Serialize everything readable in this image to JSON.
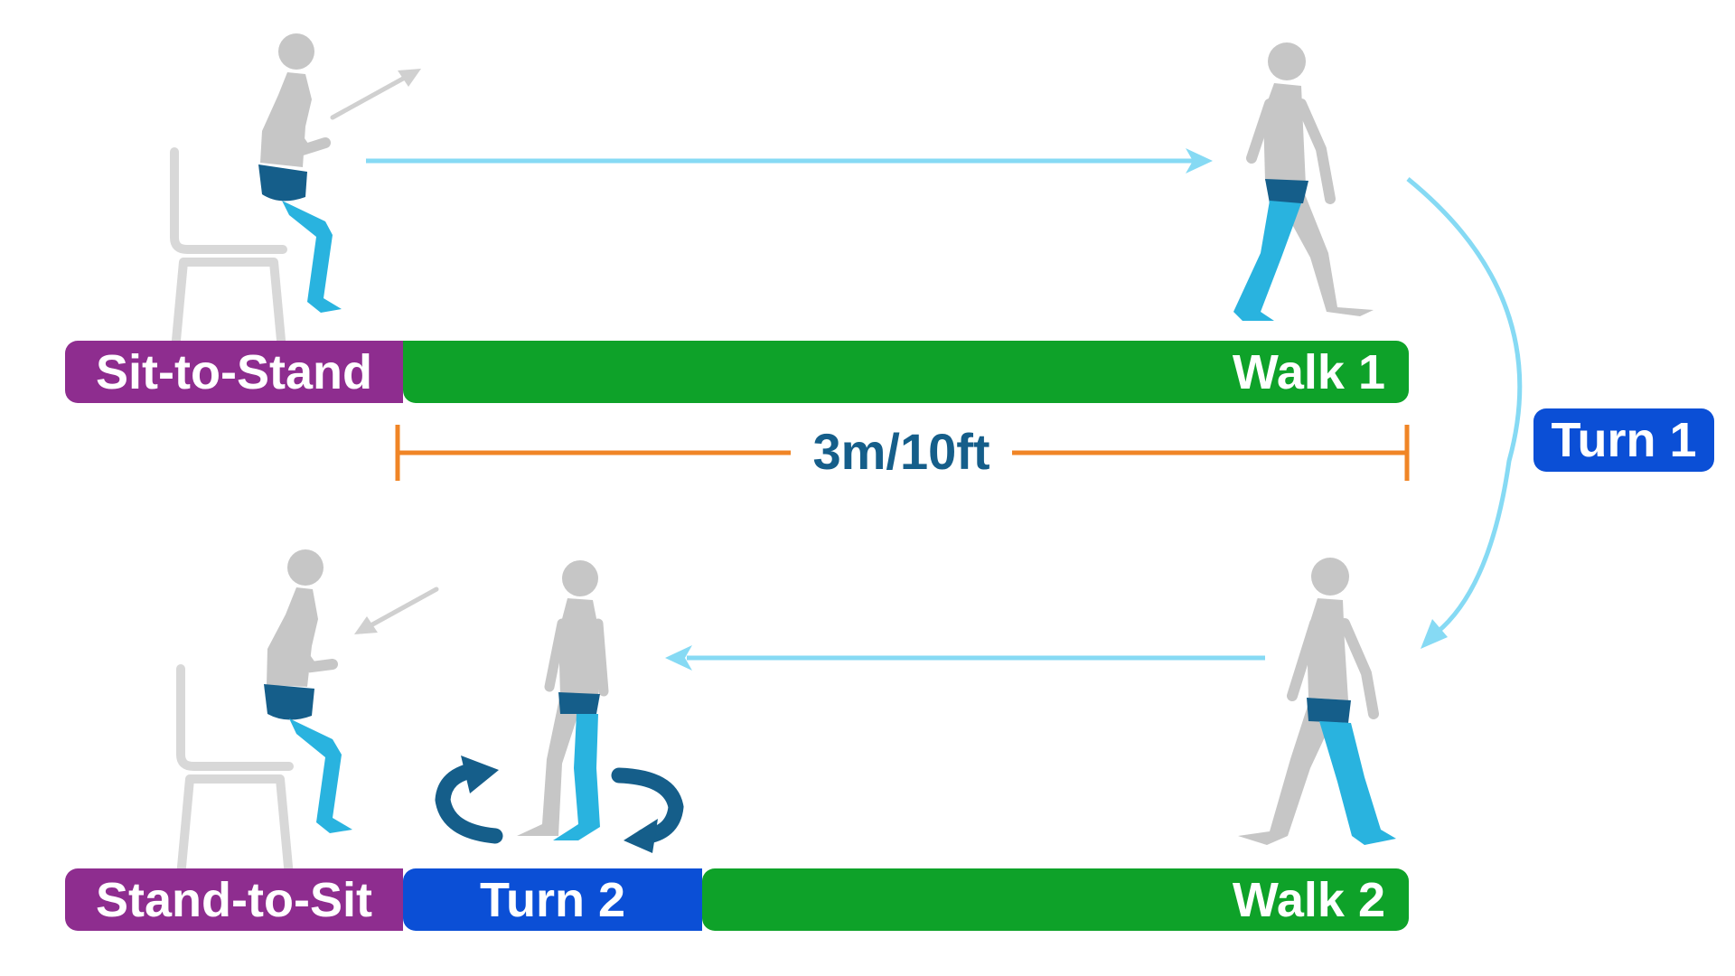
{
  "phases": {
    "sit_to_stand": "Sit-to-Stand",
    "walk_1": "Walk 1",
    "turn_1": "Turn 1",
    "stand_to_sit": "Stand-to-Sit",
    "turn_2": "Turn 2",
    "walk_2": "Walk 2"
  },
  "distance_label": "3m/10ft",
  "colors": {
    "sit_stand": "#8e2d8f",
    "walk": "#0ea229",
    "turn": "#0b4fd6",
    "distance_line": "#f08526",
    "distance_text": "#155e8a",
    "path_arrow": "#86daf4",
    "body_gray": "#c6c6c6",
    "shorts": "#155e8a",
    "leg": "#29b3df"
  }
}
